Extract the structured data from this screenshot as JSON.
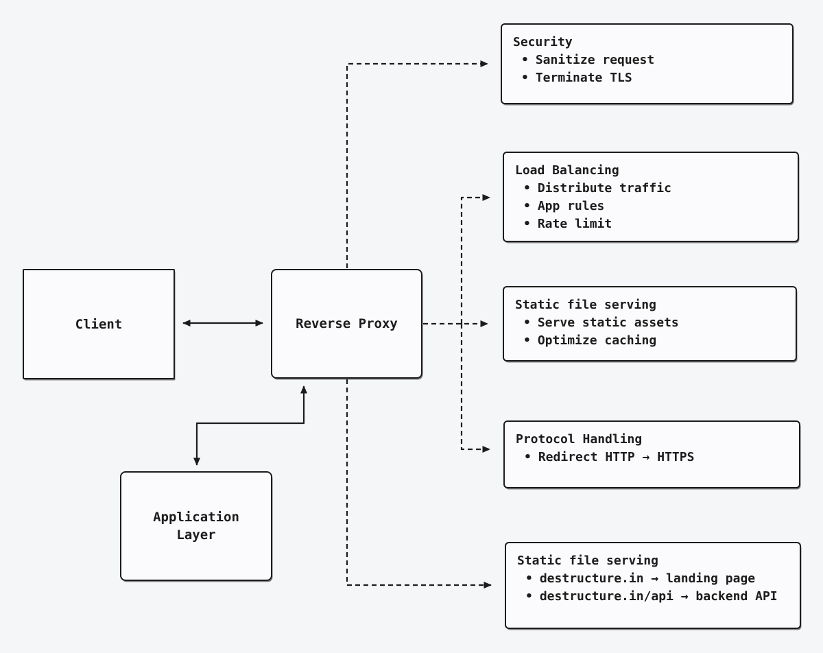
{
  "meta": {
    "bullet_char": "•"
  },
  "colors": {
    "background": "#f5f6f8",
    "box_fill": "#fbfbfd",
    "stroke": "#1c1c1c",
    "text": "#1c1c1c"
  },
  "nodes": {
    "client": {
      "label": "Client"
    },
    "reverse_proxy": {
      "label": "Reverse Proxy"
    },
    "application_layer": {
      "label_lines": [
        "Application",
        "Layer"
      ]
    }
  },
  "features": [
    {
      "title": "Security",
      "items": [
        "Sanitize request",
        "Terminate TLS"
      ]
    },
    {
      "title": "Load Balancing",
      "items": [
        "Distribute traffic",
        "App rules",
        "Rate limit"
      ]
    },
    {
      "title": "Static file serving",
      "items": [
        "Serve static assets",
        "Optimize caching"
      ]
    },
    {
      "title": "Protocol Handling",
      "items": [
        "Redirect HTTP → HTTPS"
      ]
    },
    {
      "title": "Static file serving",
      "items": [
        "destructure.in → landing page",
        "destructure.in/api → backend API"
      ]
    }
  ],
  "arrows": [
    {
      "from": "Client",
      "to": "Reverse Proxy",
      "style": "solid",
      "bidirectional": true
    },
    {
      "from": "Reverse Proxy",
      "to": "Application Layer",
      "style": "solid",
      "bidirectional": true
    },
    {
      "from": "Reverse Proxy",
      "to": "Security",
      "style": "dashed"
    },
    {
      "from": "Reverse Proxy",
      "to": "Load Balancing",
      "style": "dashed"
    },
    {
      "from": "Reverse Proxy",
      "to": "Static file serving",
      "style": "dashed"
    },
    {
      "from": "Reverse Proxy",
      "to": "Protocol Handling",
      "style": "dashed"
    },
    {
      "from": "Reverse Proxy",
      "to": "Static file serving (routing)",
      "style": "dashed"
    }
  ]
}
